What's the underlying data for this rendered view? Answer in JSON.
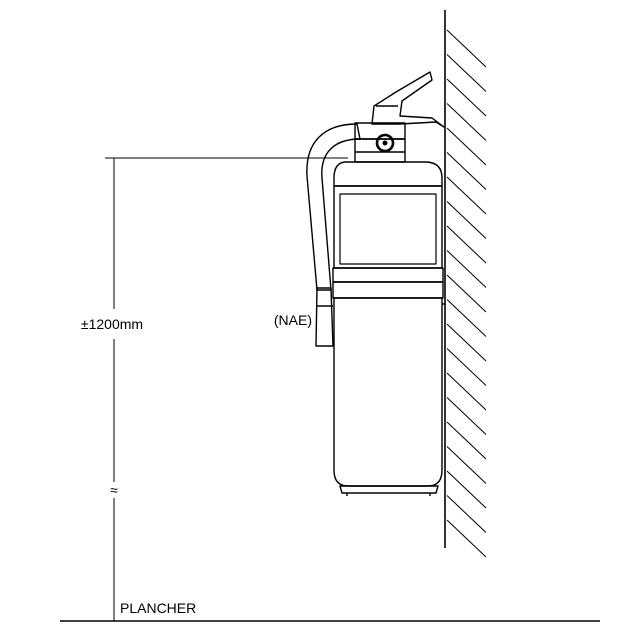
{
  "labels": {
    "height": "±1200mm",
    "hose": "(NAE)",
    "floor": "PLANCHER",
    "break_symbol": "≈"
  },
  "colors": {
    "line": "#000000",
    "background": "#ffffff"
  },
  "icons": {
    "extinguisher": "fire-extinguisher-icon",
    "wall": "wall-hatching",
    "gauge": "pressure-gauge-icon"
  }
}
